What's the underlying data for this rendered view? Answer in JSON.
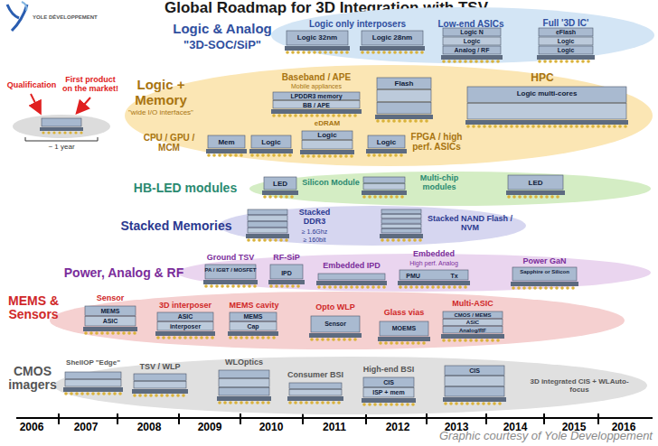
{
  "diagram": {
    "title": "Global Roadmap for 3D Integration with TSV",
    "caption": "Graphic courtesy of Yole Developpement",
    "nodes": [
      {
        "text": [
          "Logic & Analog",
          "\"3D-SOC/SiP\""
        ]
      },
      {
        "text": [
          "Logic + Memory",
          "\"wide I/O interfaces\""
        ]
      },
      {
        "text": [
          "HB-LED modules"
        ]
      },
      {
        "text": [
          "Stacked Memories"
        ]
      },
      {
        "text": [
          "Power, Analog & RF"
        ]
      },
      {
        "text": [
          "MEMS & Sensors"
        ]
      },
      {
        "text": [
          "CMOS imagers"
        ]
      }
    ],
    "labels": [
      "YOLE DÉVELOPPEMENT",
      "Qualification",
      "First product on the market!",
      "~ 1 year",
      "Logic only interposers",
      "Logic 32nm",
      "Logic 28nm",
      "Low-end ASICs",
      "Logic N",
      "Logic",
      "Analog / RF",
      "Full '3D IC'",
      "eFlash",
      "Logic",
      "Logic",
      "Baseband / APE",
      "Mobile appliances",
      "LPDDR3 memory",
      "BB / APE",
      "Flash",
      "HPC",
      "Logic multi-cores",
      "CPU / GPU / MCM",
      "Mem",
      "Logic",
      "eDRAM",
      "Logic",
      "Logic",
      "FPGA / high perf. ASICs",
      "LED",
      "Silicon Module",
      "Multi-chip modules",
      "LED",
      "Stacked DDR3",
      "≥ 1.6Ghz",
      "≥ 160bit",
      "Stacked NAND Flash / NVM",
      "Ground TSV",
      "PA / IGBT / MOSFET",
      "RF-SiP",
      "IPD",
      "Embedded IPD",
      "Embedded",
      "High perf. Analog",
      "PMU",
      "Tx",
      "Power GaN",
      "Sapphire or Silicon",
      "Sensor",
      "MEMS",
      "ASIC",
      "3D interposer",
      "ASIC",
      "interposer",
      "MEMS cavity",
      "MEMS",
      "Cap",
      "Opto WLP",
      "Sensor",
      "Glass vias",
      "MOEMS",
      "Multi-ASIC",
      "CMOS / MEMS",
      "ASIC",
      "Analog/RF",
      "ShellOP \"Edge\"",
      "TSV / WLP",
      "WLOptics",
      "Consumer BSI",
      "High-end BSI",
      "CIS",
      "ISP + mem",
      "CIS",
      "3D integrated CIS + WLAuto-focus",
      "2006",
      "2007",
      "2008",
      "2009",
      "2010",
      "2011",
      "2012",
      "2013",
      "2014",
      "2015",
      "2016"
    ]
  }
}
